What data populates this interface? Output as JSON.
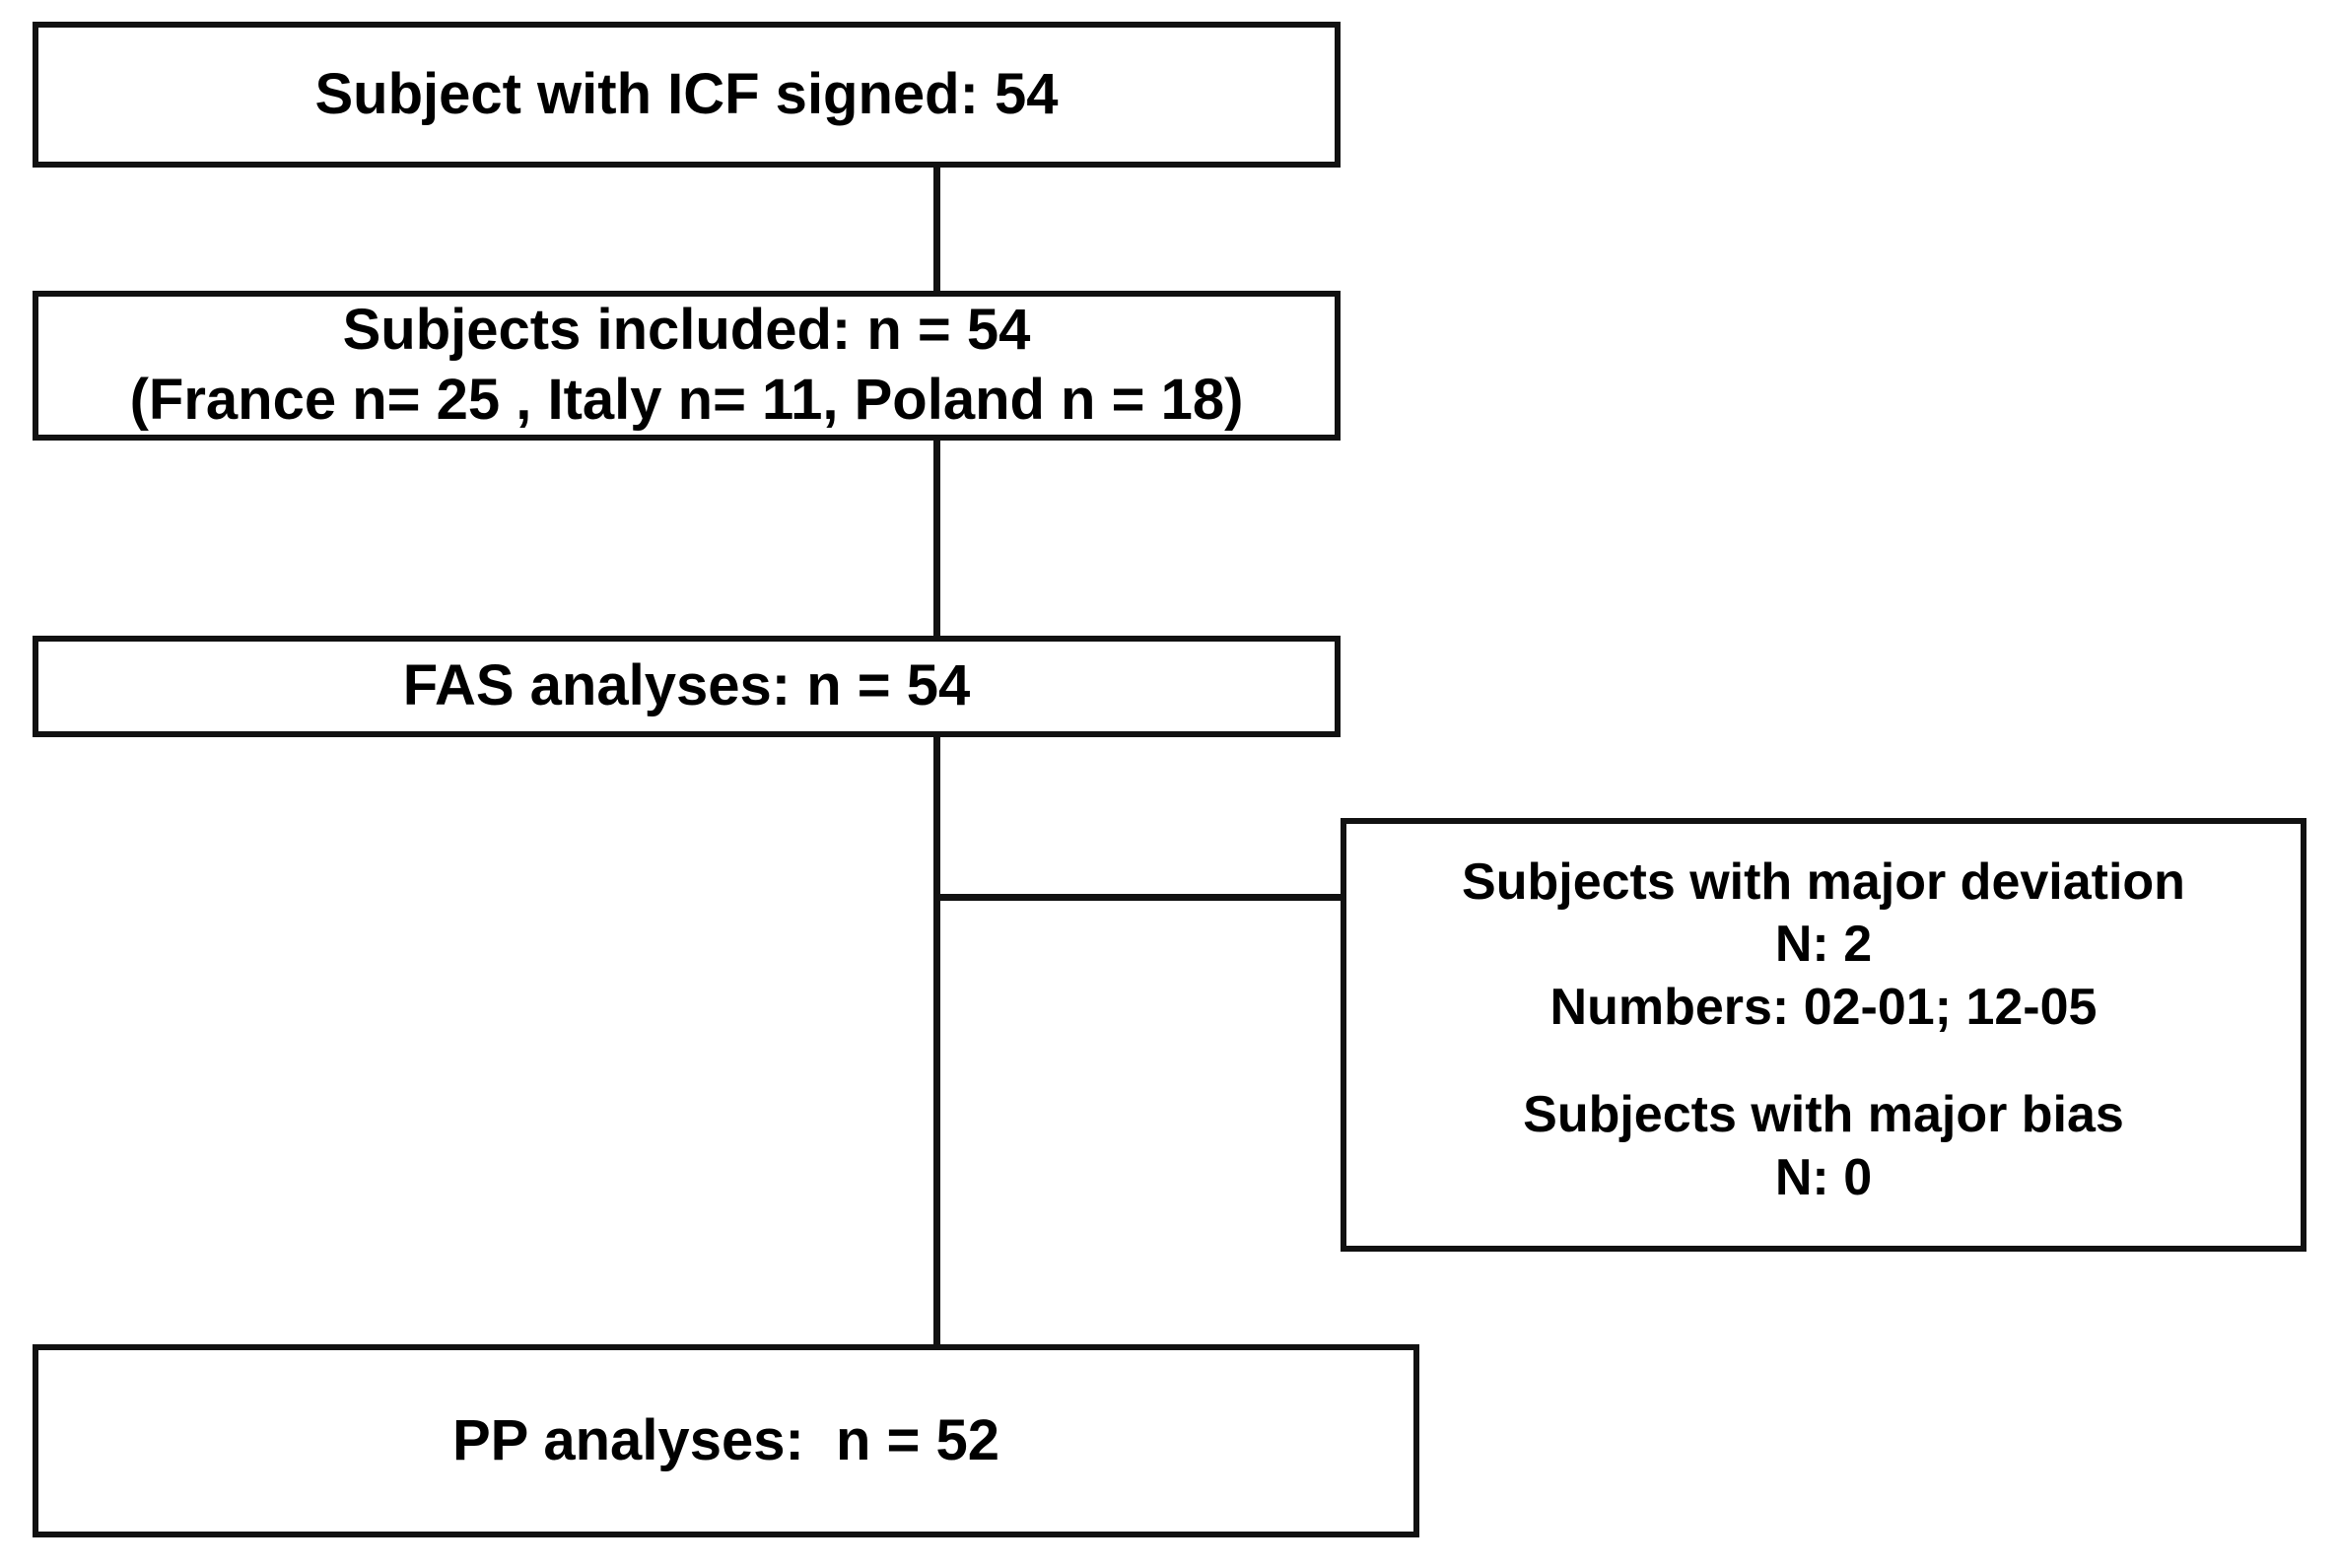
{
  "diagram": {
    "title": "Subject disposition flow chart",
    "type": "flowchart",
    "colors": {
      "box_border": "#111111",
      "box_fill": "#ffffff",
      "connector": "#111111",
      "text": "#000000"
    },
    "nodes": {
      "icf": {
        "lines": [
          "Subject with ICF signed: 54"
        ]
      },
      "included": {
        "lines": [
          "Subjects included: n = 54",
          "(France n= 25 , Italy n= 11, Poland n = 18)"
        ]
      },
      "fas": {
        "lines": [
          "FAS analyses: n = 54"
        ]
      },
      "deviation": {
        "lines": [
          "Subjects with major deviation",
          "N: 2",
          "Numbers: 02-01; 12-05",
          "Subjects with major bias",
          "N: 0"
        ]
      },
      "pp": {
        "lines": [
          "PP analyses:  n = 52"
        ]
      }
    },
    "connectors": [
      {
        "name": "icf-to-included",
        "orientation": "vertical"
      },
      {
        "name": "included-to-fas",
        "orientation": "vertical"
      },
      {
        "name": "fas-to-pp",
        "orientation": "vertical"
      },
      {
        "name": "trunk-to-deviation",
        "orientation": "horizontal"
      }
    ]
  }
}
